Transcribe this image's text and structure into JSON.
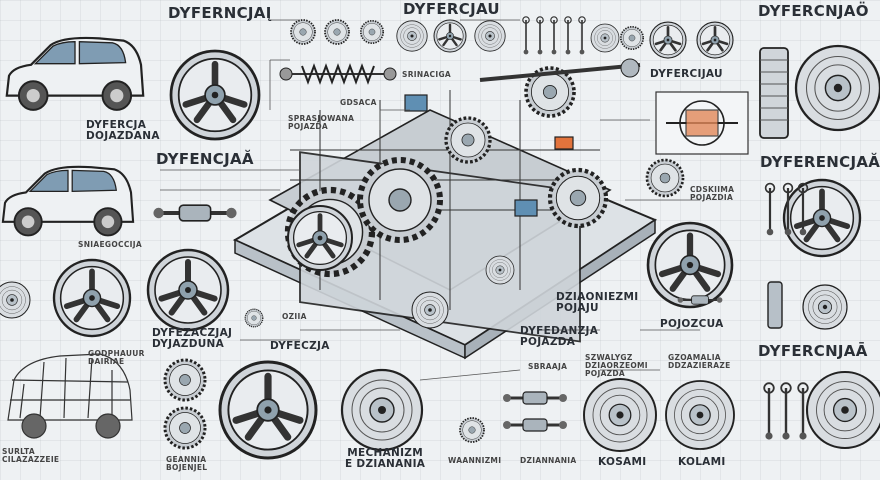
{
  "labels": {
    "title_top_left": "DYFERNCJAĮ",
    "title_top_center": "DYFERCJAU",
    "title_top_right": "DYFERCNJAÖ",
    "car_label_1a": "DYFERCJA",
    "car_label_1b": "DOJAZDANA",
    "car_label_2": "SNIAEGOCCIJA",
    "car_label_3a": "GODPHAUUR",
    "car_label_3b": "DAIRIAE",
    "car_label_4a": "SURLTA",
    "car_label_4b": "CILAZAZZEIE",
    "spring_label": "SRINACIGA",
    "mid_small_1": "GDSACA",
    "mid_small_2a": "SPRASJOWANA",
    "mid_small_2b": "POJAZDA",
    "left_mid_title": "DYFENCJAĂ",
    "right_title_1": "DYFERCIJAU",
    "right_mid_title": "DYFERENCJAĂĂ",
    "right_small_a": "CDSKIIMA",
    "right_small_b": "POJAZDIA",
    "left_mid_label_a": "DYFEZACZJAJ",
    "left_mid_label_b": "DYJAZDUNA",
    "center_label": "DYFECZJA",
    "oziia": "OZIIA",
    "center_label_2a": "DYFEDANZJA",
    "center_label_2b": "POJAZDA",
    "pojazd_a": "DZIAONIEZMI",
    "pojazd_b": "POJAJU",
    "pojazd_right": "POJOZCUA",
    "right_lower_title": "DYFERCNJAĀ",
    "bottom_small_1a": "SZWALYGZ",
    "bottom_small_1b": "DZIAORZEOMI",
    "bottom_small_1c": "POJAZDA",
    "bottom_small_2a": "GZOAMALIA",
    "bottom_small_2b": "DDZAZIERAZE",
    "bottom_small_3": "SBRAAJA",
    "mechanizm_a": "MECHANIZM",
    "mechanizm_b": "E DZIANANIA",
    "wannizmi": "WAANNIZMI",
    "dziannania": "DZIANNANIA",
    "kosami": "KOSAMI",
    "kolami": "KOLAMI",
    "bottom_left_small_a": "GEANNIA",
    "bottom_left_small_b": "BOJENJEL"
  }
}
